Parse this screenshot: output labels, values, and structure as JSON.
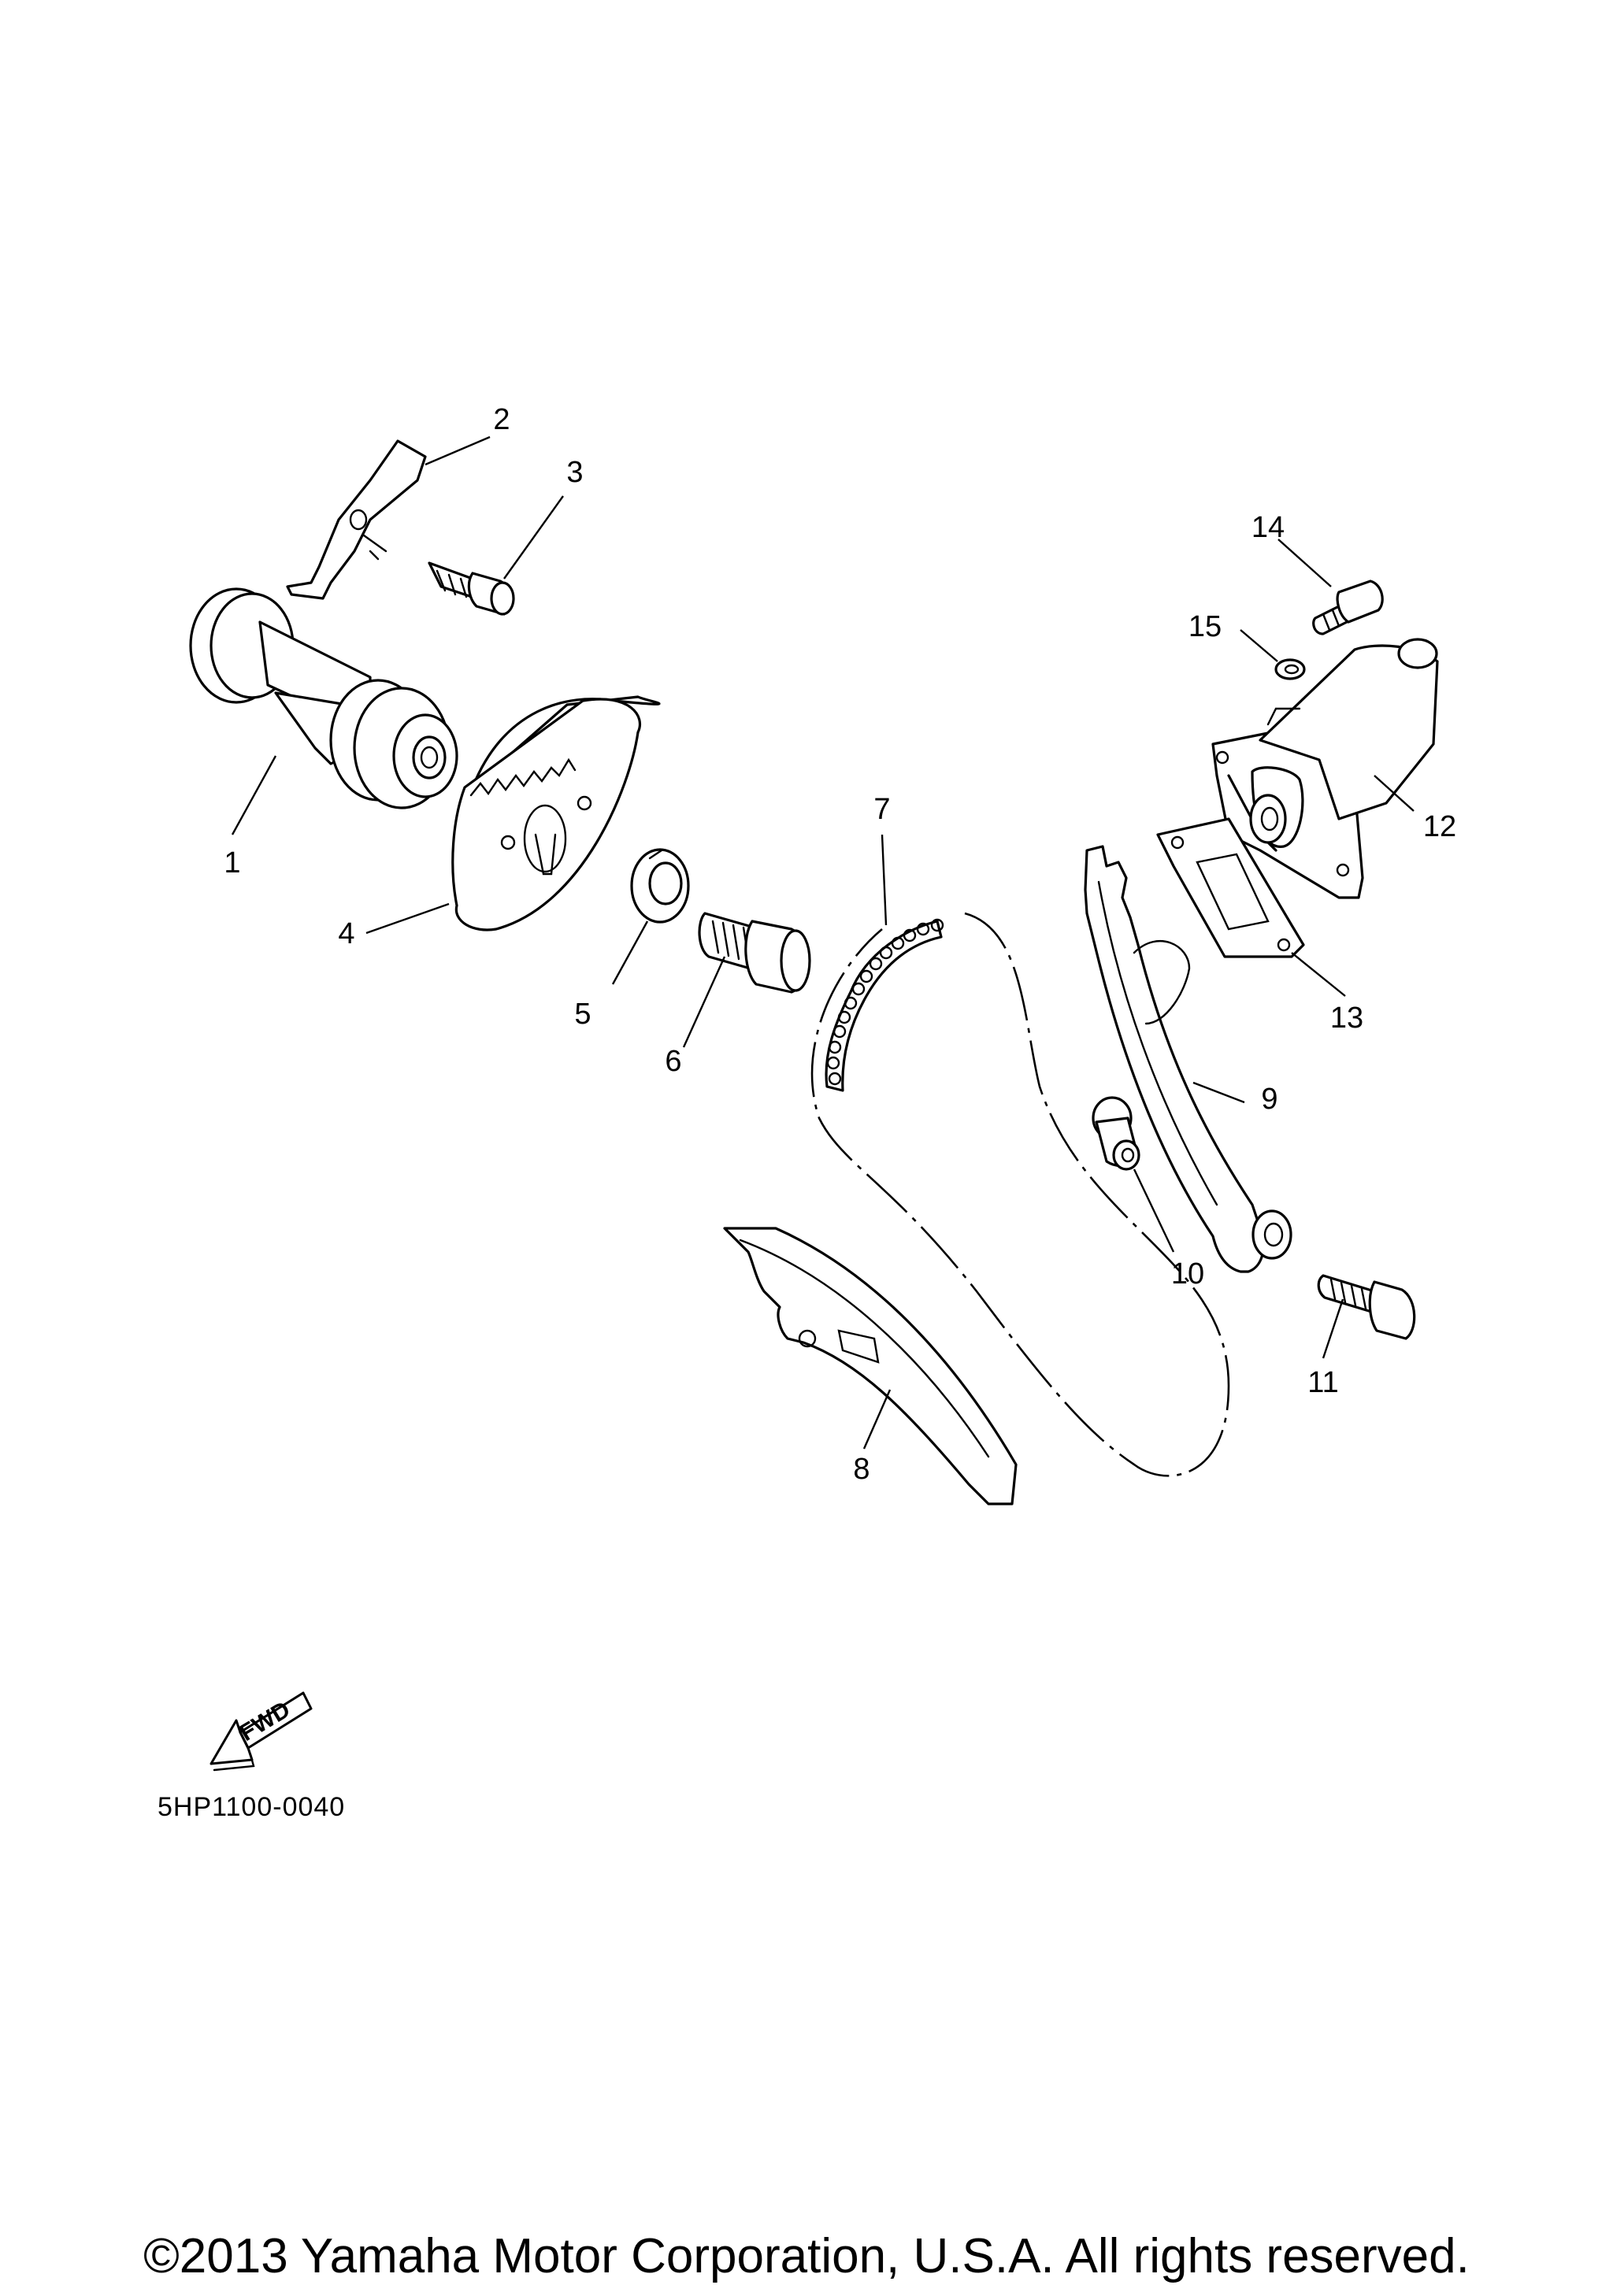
{
  "diagram": {
    "callouts": [
      "1",
      "2",
      "3",
      "4",
      "5",
      "6",
      "7",
      "8",
      "9",
      "10",
      "11",
      "12",
      "13",
      "14",
      "15"
    ],
    "fwd_label": "FWD",
    "diagram_code": "5HP1100-0040",
    "copyright": "©2013 Yamaha Motor Corporation, U.S.A. All rights reserved."
  }
}
